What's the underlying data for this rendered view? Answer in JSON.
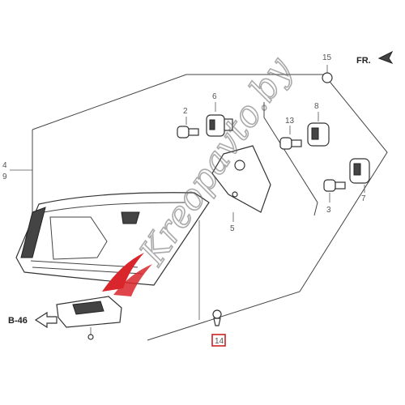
{
  "labels": {
    "p15": "15",
    "fr": "FR.",
    "p2": "2",
    "p6": "6",
    "p13": "13",
    "p8": "8",
    "p4": "4",
    "p9": "9",
    "p5": "5",
    "p3": "3",
    "p7": "7",
    "p14": "14",
    "b46": "B-46"
  },
  "watermark": {
    "text": "Kreopavto.by"
  },
  "colors": {
    "highlight_box": "#cc2222",
    "logo_red": "#d9262c"
  }
}
